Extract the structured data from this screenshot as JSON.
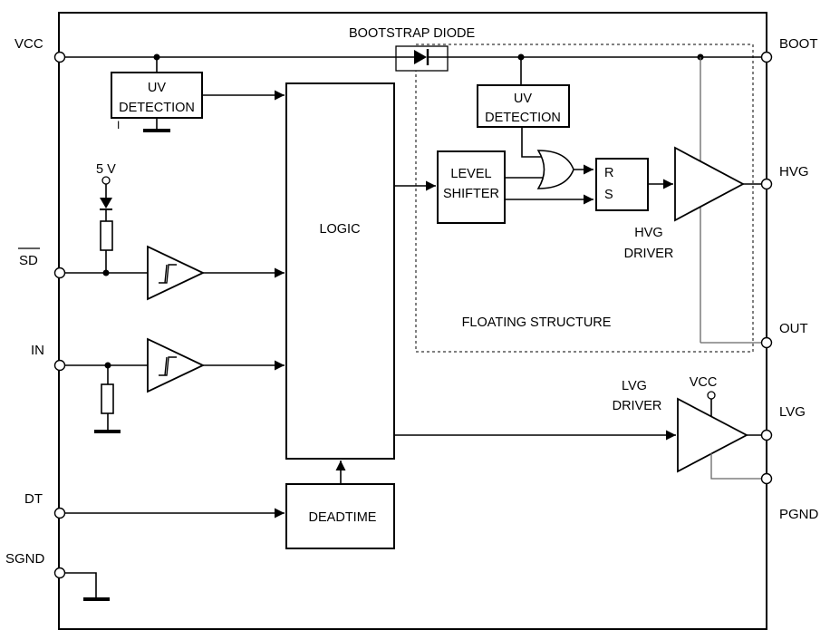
{
  "pins": {
    "vcc": "VCC",
    "sd": "SD",
    "in": "IN",
    "dt": "DT",
    "sgnd": "SGND",
    "boot": "BOOT",
    "hvg": "HVG",
    "out": "OUT",
    "lvg": "LVG",
    "pgnd": "PGND"
  },
  "labels": {
    "bootstrap_diode": "BOOTSTRAP DIODE",
    "uv1_line1": "UV",
    "uv1_line2": "DETECTION",
    "uv2_line1": "UV",
    "uv2_line2": "DETECTION",
    "five_v": "5 V",
    "logic": "LOGIC",
    "level_line1": "LEVEL",
    "level_line2": "SHIFTER",
    "ff_r": "R",
    "ff_s": "S",
    "hvg_driver_line1": "HVG",
    "hvg_driver_line2": "DRIVER",
    "floating_structure": "FLOATING STRUCTURE",
    "lvg_driver_line1": "LVG",
    "lvg_driver_line2": "DRIVER",
    "lvg_vcc": "VCC",
    "deadtime": "DEADTIME"
  }
}
